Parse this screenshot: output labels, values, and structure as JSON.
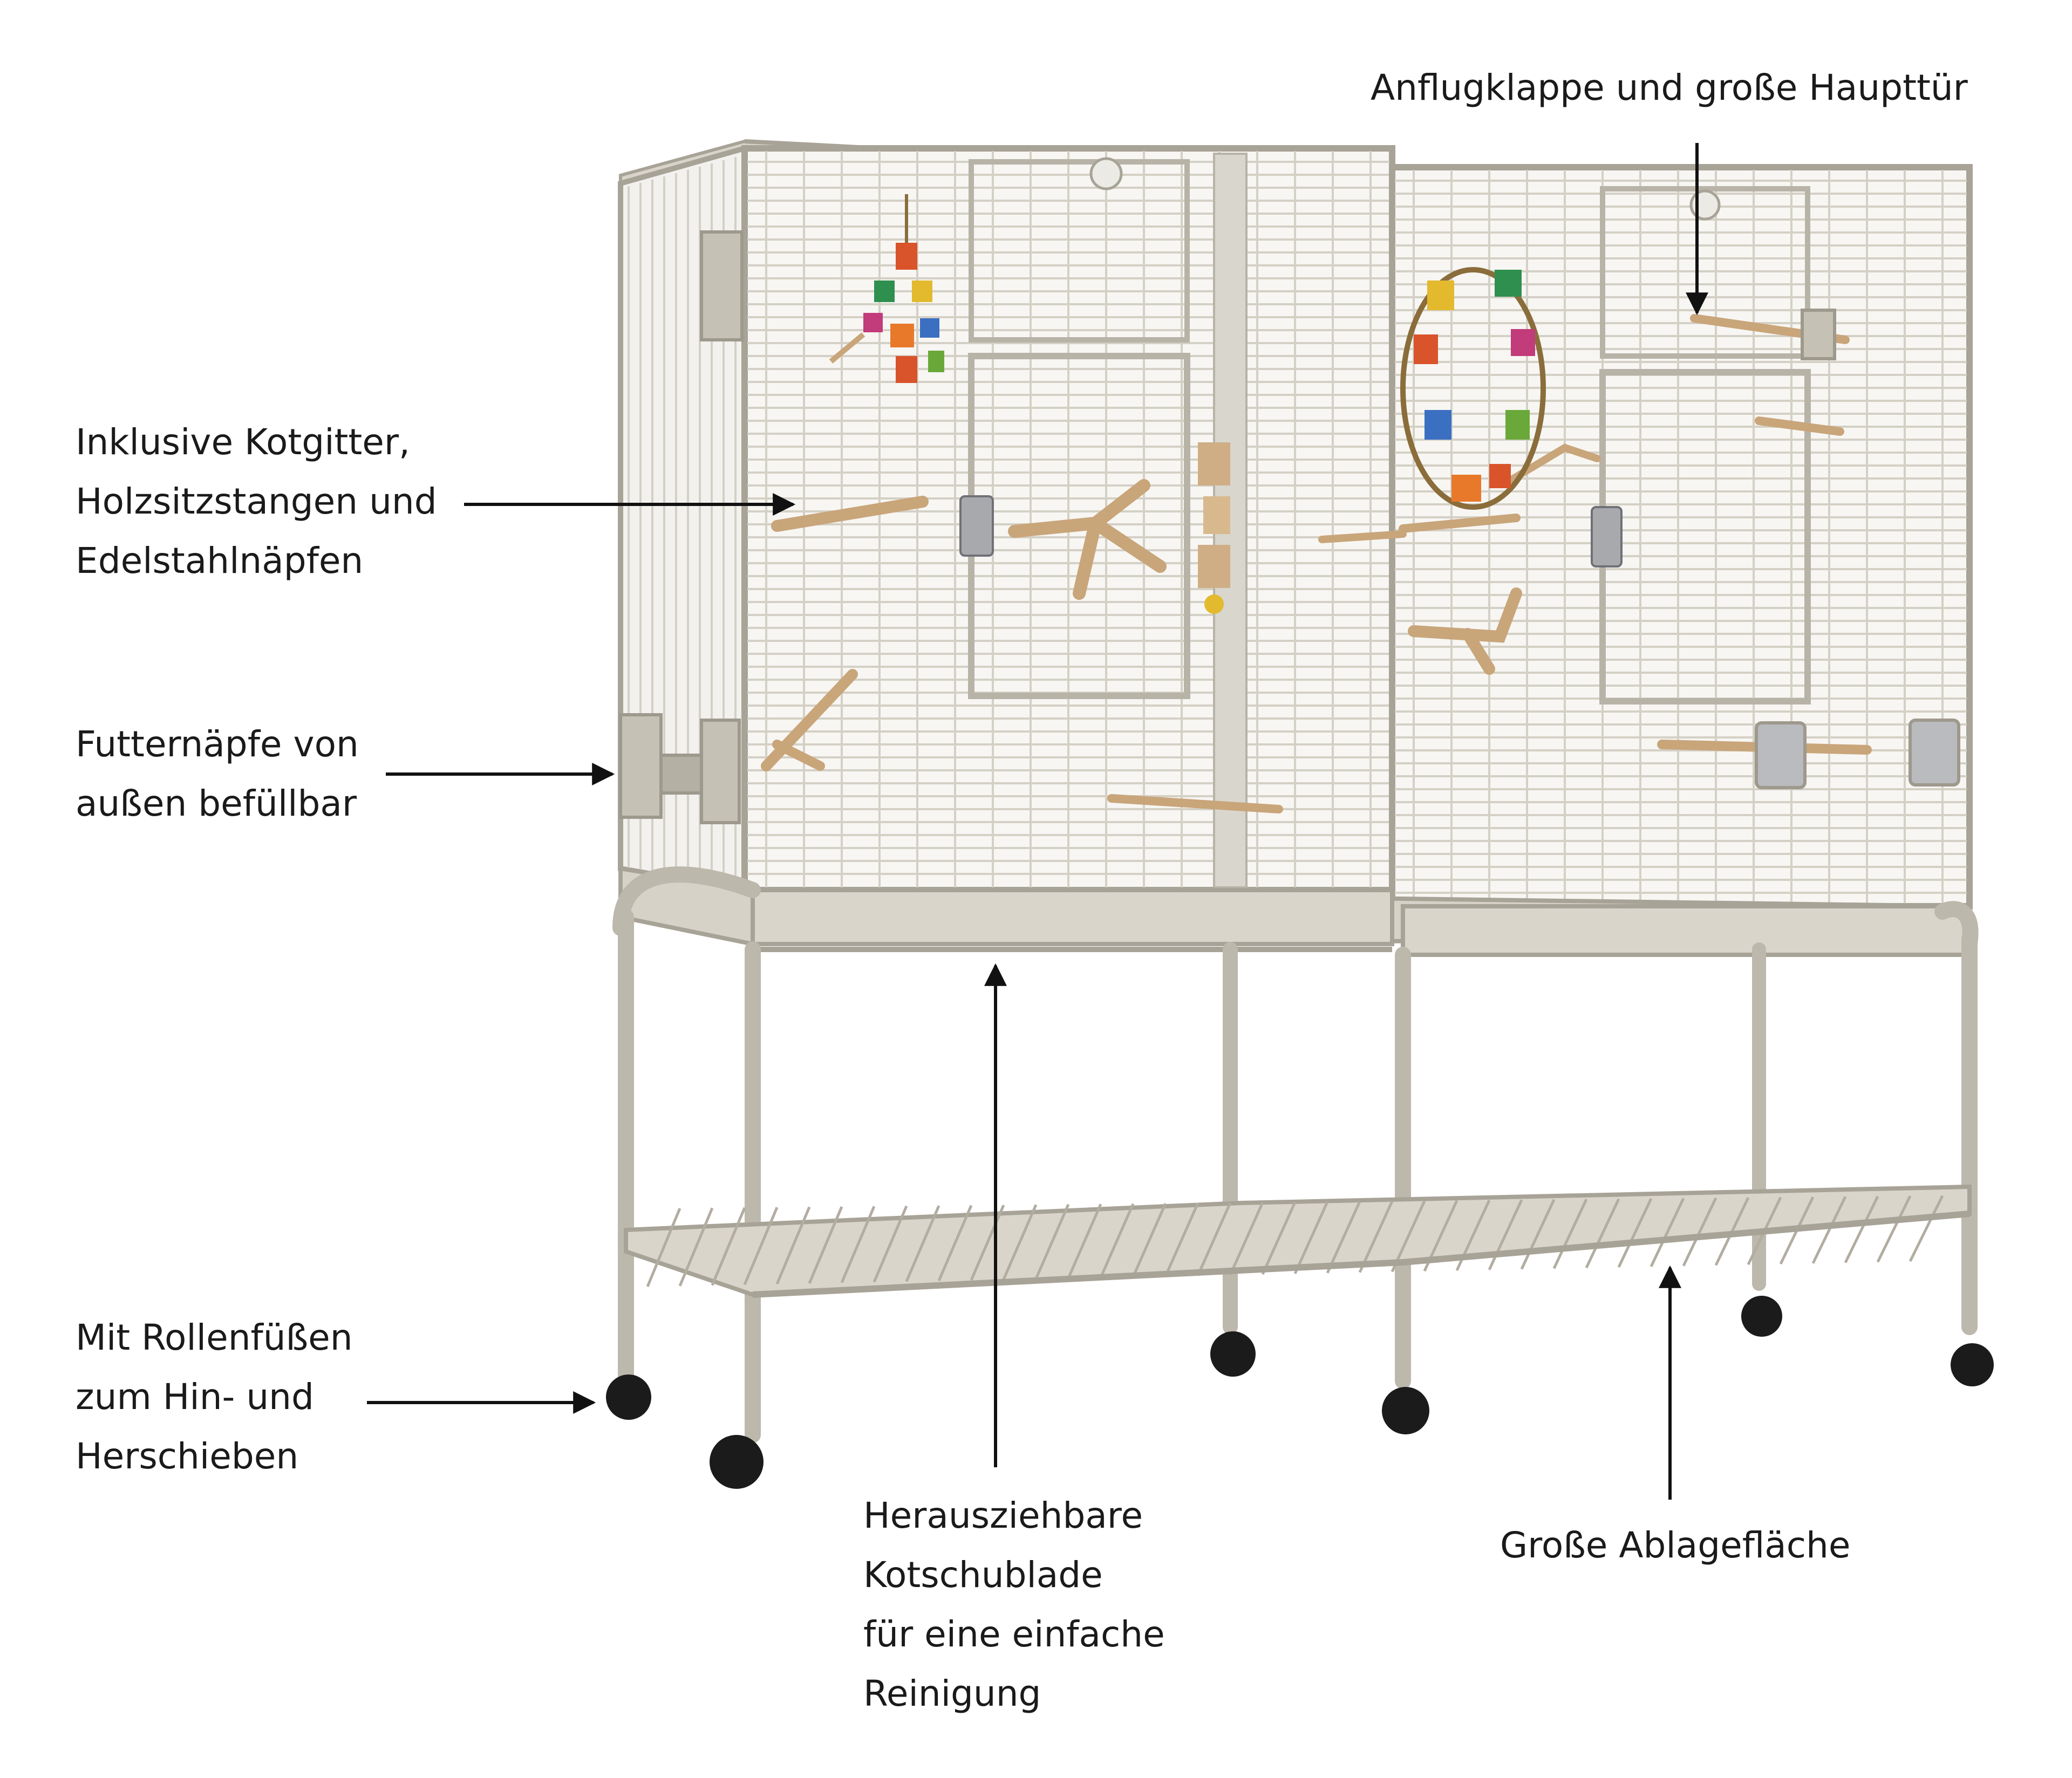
{
  "callouts": {
    "floor_grid": [
      "Inklusive Kotgitter,",
      "Holzsitzstangen und",
      "Edelstahlnäpfen"
    ],
    "feeders": [
      "Futternäpfe von",
      "außen befüllbar"
    ],
    "wheels": [
      "Mit Rollenfüßen",
      "zum Hin- und",
      "Herschieben"
    ],
    "door": [
      "Anflugklappe und große Haupttür"
    ],
    "tray": [
      "Herausziehbare",
      "Kotschublade",
      "für eine einfache",
      "Reinigung"
    ],
    "shelf": [
      "Große Ablagefläche"
    ]
  },
  "colors": {
    "text": "#1a1a1a",
    "frame": "#c9c4b8",
    "frame_dark": "#a8a397",
    "wire": "#d4d0c5",
    "wood": "#cfae86",
    "wheel": "#1b1b1b"
  }
}
